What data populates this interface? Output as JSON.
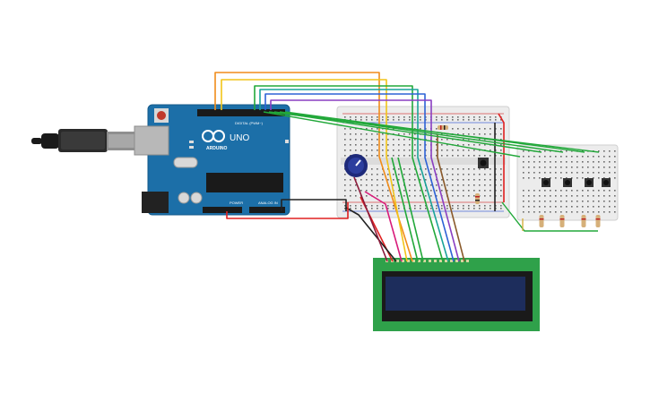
{
  "arduino": {
    "brand": "ARDUINO",
    "model": "UNO",
    "digital_label": "DIGITAL (PWM~)",
    "power_label": "POWER",
    "analog_label": "ANALOG IN"
  },
  "wire_colors": {
    "orange": "#f08c1a",
    "yellow": "#f2c418",
    "green": "#22a83a",
    "teal": "#1aa39a",
    "blue": "#2d62d6",
    "purple": "#8a3fc2",
    "red": "#e02020",
    "black": "#222222",
    "pink": "#d81b7a",
    "brown": "#8a5a2b"
  },
  "lcd": {
    "pcb_color": "#2fa14a",
    "screen_color": "#1d2d5c"
  },
  "board_color": "#1c6fa8"
}
